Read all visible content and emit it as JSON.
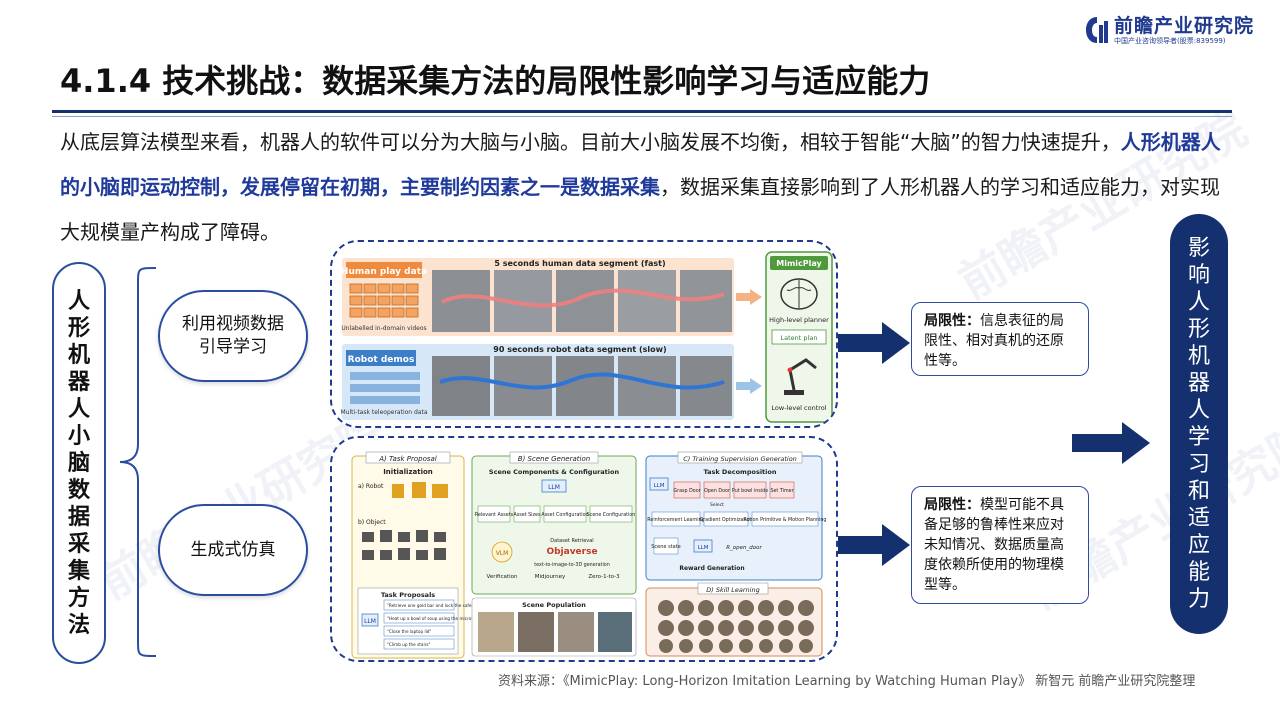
{
  "logo": {
    "name": "前瞻产业研究院",
    "subtitle": "中国产业咨询领导者(股票:839599)"
  },
  "title": "4.1.4 技术挑战：数据采集方法的局限性影响学习与适应能力",
  "paragraph": {
    "part1": "从底层算法模型来看，机器人的软件可以分为大脑与小脑。目前大小脑发展不均衡，相较于智能“大脑”的智力快速提升，",
    "highlight": "人形机器人的小脑即运动控制，发展停留在初期，主要制约因素之一是数据采集",
    "part2": "，数据采集直接影响到了人形机器人的学习和适应能力，对实现大规模量产构成了障碍。"
  },
  "left_label": [
    "人",
    "形",
    "机",
    "器",
    "人",
    "小",
    "脑",
    "数",
    "据",
    "采",
    "集",
    "方",
    "法"
  ],
  "methods": [
    {
      "label_line1": "利用视频数据",
      "label_line2": "引导学习"
    },
    {
      "label_line1": "生成式仿真",
      "label_line2": ""
    }
  ],
  "figure1": {
    "human_label": "Human play data",
    "human_segment": "5 seconds human data segment (fast)",
    "unlabelled": "Unlabelled in-domain videos",
    "robot_label": "Robot demos",
    "robot_segment": "90 seconds robot data segment (slow)",
    "teleop": "Multi-task teleoperation data",
    "mimicplay": "MimicPlay",
    "high_level": "High-level planner",
    "latent": "Latent plan",
    "low_level": "Low-level control"
  },
  "figure2": {
    "a_header": "A) Task Proposal",
    "b_header": "B) Scene Generation",
    "c_header": "C) Training Supervision Generation",
    "d_header": "D) Skill Learning",
    "initialization": "Initialization",
    "robot": "a) Robot",
    "object": "b) Object",
    "task_proposals": "Task Proposals",
    "llm": "LLM",
    "proposals": [
      "\"Retrieve one gold bar and lock the safe\"",
      "\"Heat up a bowl of soup using the microwave\"",
      "\"Close the laptop lid\"",
      "\"Climb up the stairs\""
    ],
    "scene_components": "Scene Components & Configuration",
    "scene_items": [
      "Relevant Assets",
      "Asset Sizes",
      "Asset Configuration",
      "Scene Configuration"
    ],
    "vlm": "VLM",
    "dataset_retrieval": "Dataset Retrieval",
    "objaverse": "Objaverse",
    "t2i": "text-to-image-to-3D generation",
    "verification": "Verification",
    "midjourney": "Midjourney",
    "zero123": "Zero-1-to-3",
    "scene_population": "Scene Population",
    "task_decomposition": "Task Decomposition",
    "subtasks": [
      "Grasp Door",
      "Open Door",
      "Put bowl inside",
      "Set Timer"
    ],
    "select": "Select",
    "methods": [
      "Reinforcement Learning",
      "Gradient Optimization",
      "Action Primitive & Motion Planning"
    ],
    "scene_state": "Scene state",
    "reward": "R_open_door",
    "reward_generation": "Reward Generation"
  },
  "limitations": [
    {
      "label": "局限性：",
      "text": "信息表征的局限性、相对真机的还原性等。"
    },
    {
      "label": "局限性：",
      "text": "模型可能不具备足够的鲁棒性来应对未知情况、数据质量高度依赖所使用的物理模型等。"
    }
  ],
  "right_label": [
    "影",
    "响",
    "人",
    "形",
    "机",
    "器",
    "人",
    "学",
    "习",
    "和",
    "适",
    "应",
    "能",
    "力"
  ],
  "source": "资料来源：《MimicPlay: Long-Horizon Imitation Learning by Watching Human Play》 新智元 前瞻产业研究院整理",
  "colors": {
    "navy": "#14306e",
    "accent": "#1f3a9a",
    "border": "#2a4da0"
  }
}
